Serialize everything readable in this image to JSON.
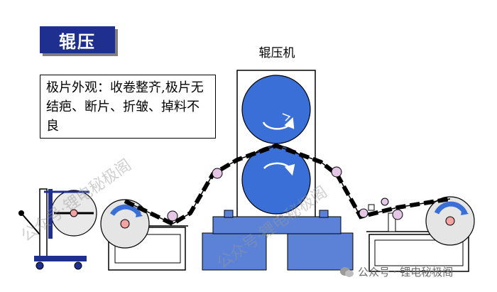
{
  "title": "辊压",
  "machine_label": "辊压机",
  "note": "极片外观：收卷整齐,极片无结疤、断片、折皱、掉料不良",
  "watermark": "公众号·锂电秘极阁",
  "credit": "公众号 · 锂电秘极阁",
  "icons": [
    "rotation-arrow-icon",
    "wechat-icon"
  ],
  "colors": {
    "roller_blue": "#3a6fd8",
    "badge_blue": "#1e2f8f",
    "guide_roller_pink": "#e6c6e6",
    "press_base": "#5b82d6"
  }
}
